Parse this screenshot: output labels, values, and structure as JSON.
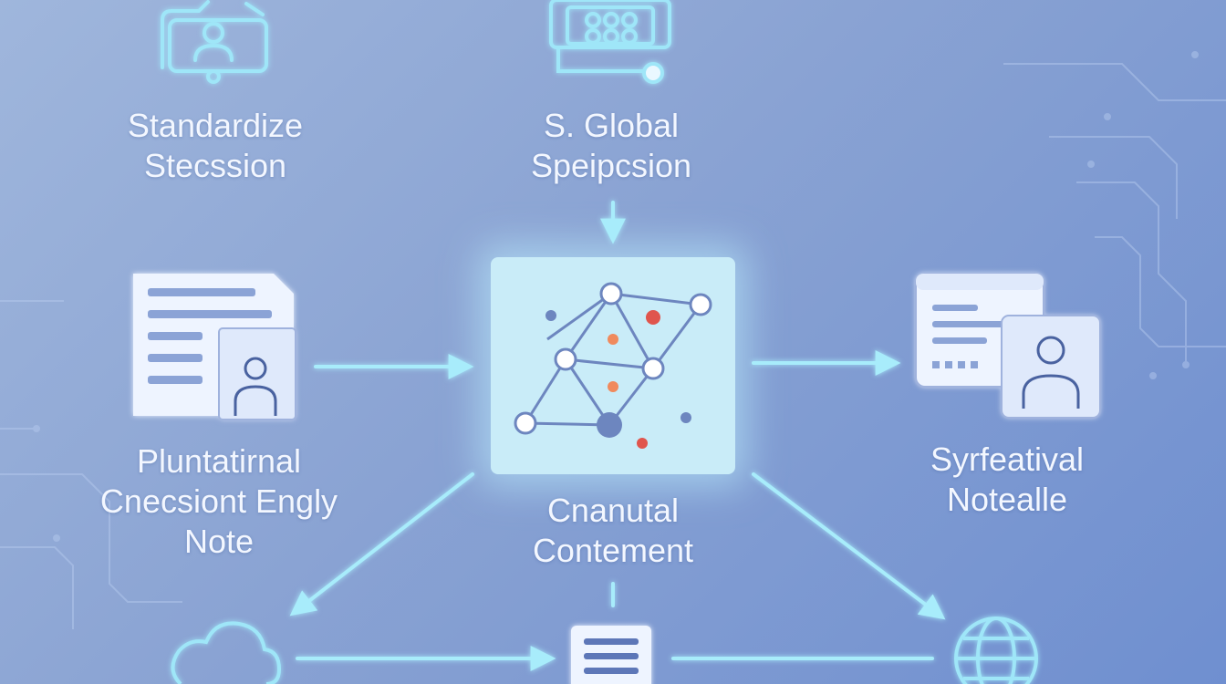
{
  "diagram": {
    "colors": {
      "background_start": "#9fb6dc",
      "background_end": "#6f8fd0",
      "line": "#a8ecfb",
      "icon_stroke": "#9fe6f8",
      "hub_fill": "#c9ecf8",
      "network_edge": "#6d86bf",
      "accent_red": "#e0554d",
      "accent_orange": "#f08a5d"
    },
    "nodes": {
      "top_left": {
        "icon": "profile-folder-icon",
        "lines": [
          "Standardize",
          "Stecssion"
        ]
      },
      "top_center": {
        "icon": "device-grid-icon",
        "lines": [
          "S. Global",
          "Speipcsion"
        ]
      },
      "left": {
        "icon": "document-user-icon",
        "lines": [
          "Pluntatirnal",
          "Cnecsiont Engly",
          "Note"
        ]
      },
      "center": {
        "icon": "network-graph-icon",
        "lines": [
          "Cnanutal",
          "Contement"
        ]
      },
      "right": {
        "icon": "screen-user-icon",
        "lines": [
          "Syrfeatival",
          "Notealle"
        ]
      },
      "bottom_left": {
        "icon": "cloud-icon",
        "lines": []
      },
      "bottom_center": {
        "icon": "list-document-icon",
        "lines": []
      },
      "bottom_right": {
        "icon": "globe-icon",
        "lines": []
      }
    }
  }
}
